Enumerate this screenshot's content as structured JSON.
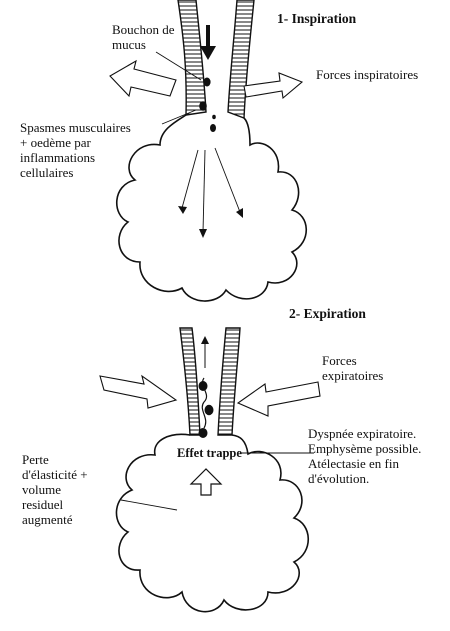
{
  "panel1": {
    "title": "1- Inspiration",
    "mucus_label": [
      "Bouchon de",
      "mucus"
    ],
    "forces_label": "Forces inspiratoires",
    "spasm_label": [
      "Spasmes musculaires",
      "+ oedème par",
      "inflammations",
      "cellulaires"
    ]
  },
  "panel2": {
    "title": "2- Expiration",
    "forces_label": [
      "Forces",
      "expiratoires"
    ],
    "trap_label": "Effet trappe",
    "dyspnea_label": [
      "Dyspnée expiratoire.",
      "Emphysème possible.",
      "Atélectasie en fin",
      "d'évolution."
    ],
    "elasticity_label": [
      "Perte",
      "d'élasticité +",
      "volume",
      "residuel",
      "augmenté"
    ]
  },
  "colors": {
    "ink": "#111111",
    "background": "#ffffff"
  }
}
